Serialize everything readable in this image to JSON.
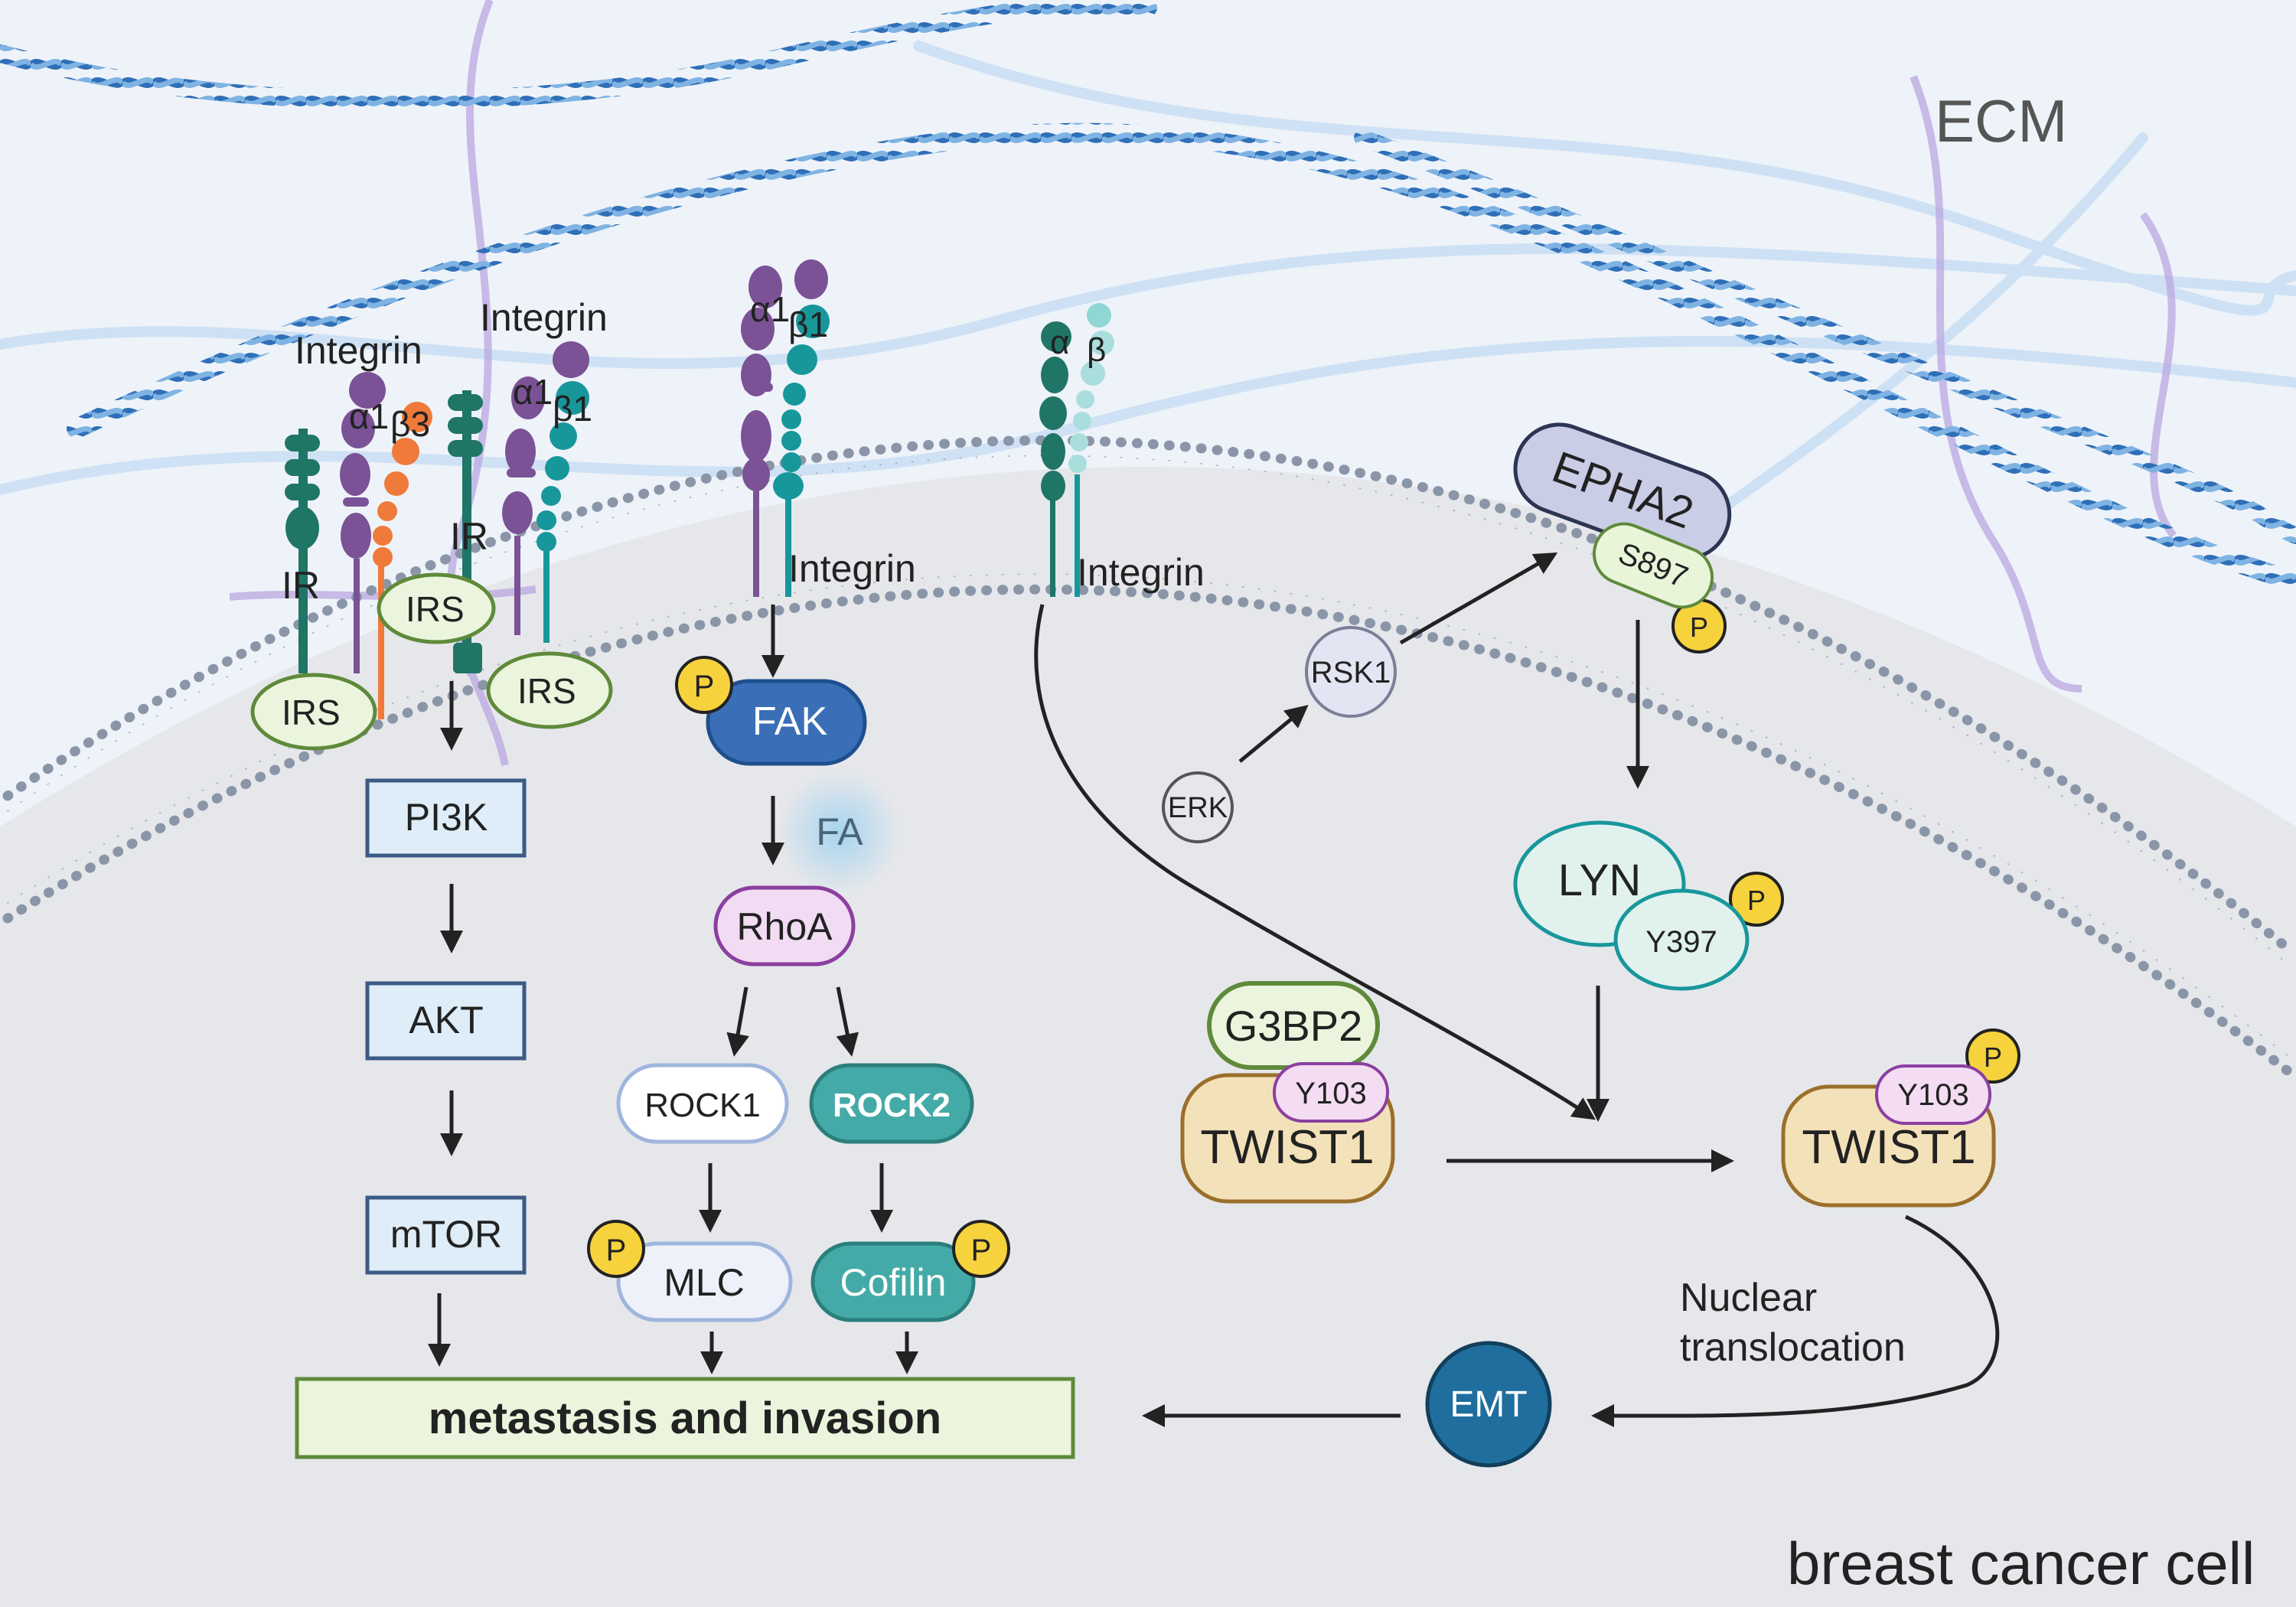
{
  "colors": {
    "ecm_background": "#eef3f9",
    "cytoplasm": "#e6e7eb",
    "membrane_dots": "#8a96a8",
    "collagen_dark": "#2f6fb7",
    "collagen_light": "#a9cdee",
    "fibronectin": "#b9a7e0",
    "ir_receptor": "#1f7566",
    "integrin_alpha": "#7b5296",
    "integrin_beta_teal": "#18979b",
    "integrin_beta3": "#ef7a3a",
    "pathway_box_fill": "#deedf7",
    "pathway_box_stroke": "#3b5a86",
    "output_box_fill": "#ebf5dd",
    "output_box_stroke": "#5f8a3a",
    "phospho": "#f6d23d",
    "fak": "#3a6fb7",
    "rhoa": "#f2dcf3",
    "rock2": "#44aaa7",
    "emt": "#1f6e9e",
    "twist": "#f3e1b9",
    "lyn": "#e1f2ee",
    "epha2": "#c9cde6"
  },
  "labels": {
    "ecm": "ECM",
    "cell": "breast cancer cell",
    "integrin": "Integrin",
    "alpha1": "α1",
    "beta1": "β1",
    "beta3": "β3",
    "alpha": "α",
    "beta": "β",
    "ir": "IR",
    "irs": "IRS",
    "p": "P",
    "pi3k": "PI3K",
    "akt": "AKT",
    "mtor": "mTOR",
    "fak": "FAK",
    "fa": "FA",
    "rhoa": "RhoA",
    "rock1": "ROCK1",
    "rock2": "ROCK2",
    "mlc": "MLC",
    "cofilin": "Cofilin",
    "outcome": "metastasis and invasion",
    "erk": "ERK",
    "rsk1": "RSK1",
    "epha2": "EPHA2",
    "s897": "S897",
    "lyn": "LYN",
    "y397": "Y397",
    "g3bp2": "G3BP2",
    "y103": "Y103",
    "twist1": "TWIST1",
    "nuclear1": "Nuclear",
    "nuclear2": "translocation",
    "emt": "EMT"
  }
}
